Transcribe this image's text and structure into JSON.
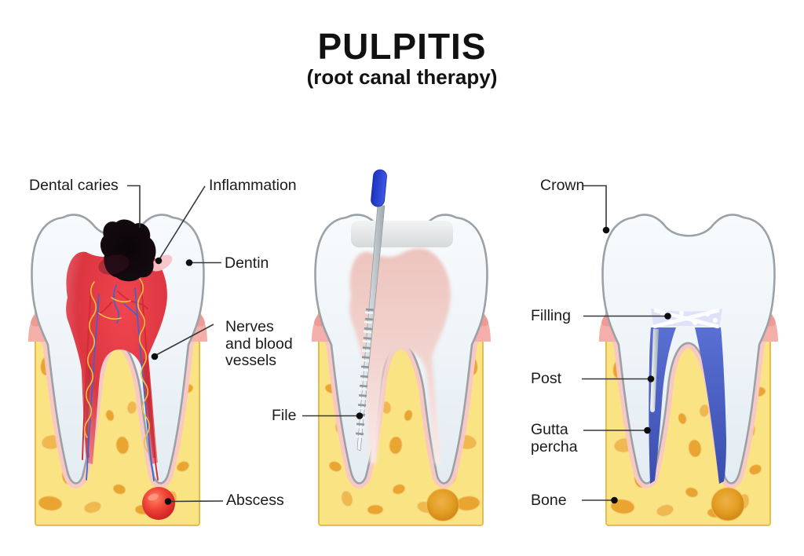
{
  "title": "PULPITIS",
  "subtitle": "(root canal therapy)",
  "labels": {
    "dental_caries": "Dental caries",
    "inflammation": "Inflammation",
    "dentin": "Dentin",
    "nerves_and_blood_vessels": "Nerves\nand blood\nvessels",
    "file": "File",
    "abscess": "Abscess",
    "crown": "Crown",
    "filling": "Filling",
    "post": "Post",
    "gutta_percha": "Gutta\npercha",
    "bone": "Bone"
  },
  "panels": [
    {
      "id": "diseased-tooth",
      "labels": [
        "Dental caries",
        "Inflammation",
        "Dentin",
        "Nerves and blood vessels",
        "Abscess"
      ]
    },
    {
      "id": "root-canal-cleaning",
      "labels": [
        "File"
      ]
    },
    {
      "id": "restored-tooth",
      "labels": [
        "Crown",
        "Filling",
        "Post",
        "Gutta percha",
        "Bone"
      ]
    }
  ],
  "colors": {
    "background": "#ffffff",
    "label_text": "#1b1b1b",
    "leader_line": "#383838",
    "bone": "#fae382",
    "bone_edge": "#e5bc4e",
    "bone_spots": "#e9a52f",
    "gum": "#f5afab",
    "gum_dark": "#ee9a95",
    "ligament": "#f8c9c4",
    "enamel_outline": "#9aa1a7",
    "pulp_red": "#dc3641",
    "caries_black": "#140a10",
    "abscess_red": "#ef4436",
    "nerve_yellow": "#f3c23b",
    "vessel_blue": "#3e63ce",
    "vessel_red": "#d42a33",
    "file_metal": "#a6aeb4",
    "file_handle_blue": "#2440d0",
    "filling_lavender": "#dee2f8",
    "gutta_percha_blue": "#4a60c4",
    "healed_spot_orange": "#d98f17"
  }
}
